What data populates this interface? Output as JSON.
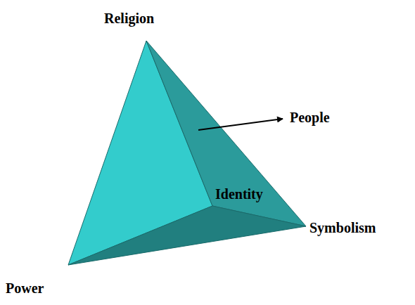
{
  "diagram": {
    "labels": [
      "Religion",
      "People",
      "Identity",
      "Symbolism",
      "Power"
    ]
  }
}
